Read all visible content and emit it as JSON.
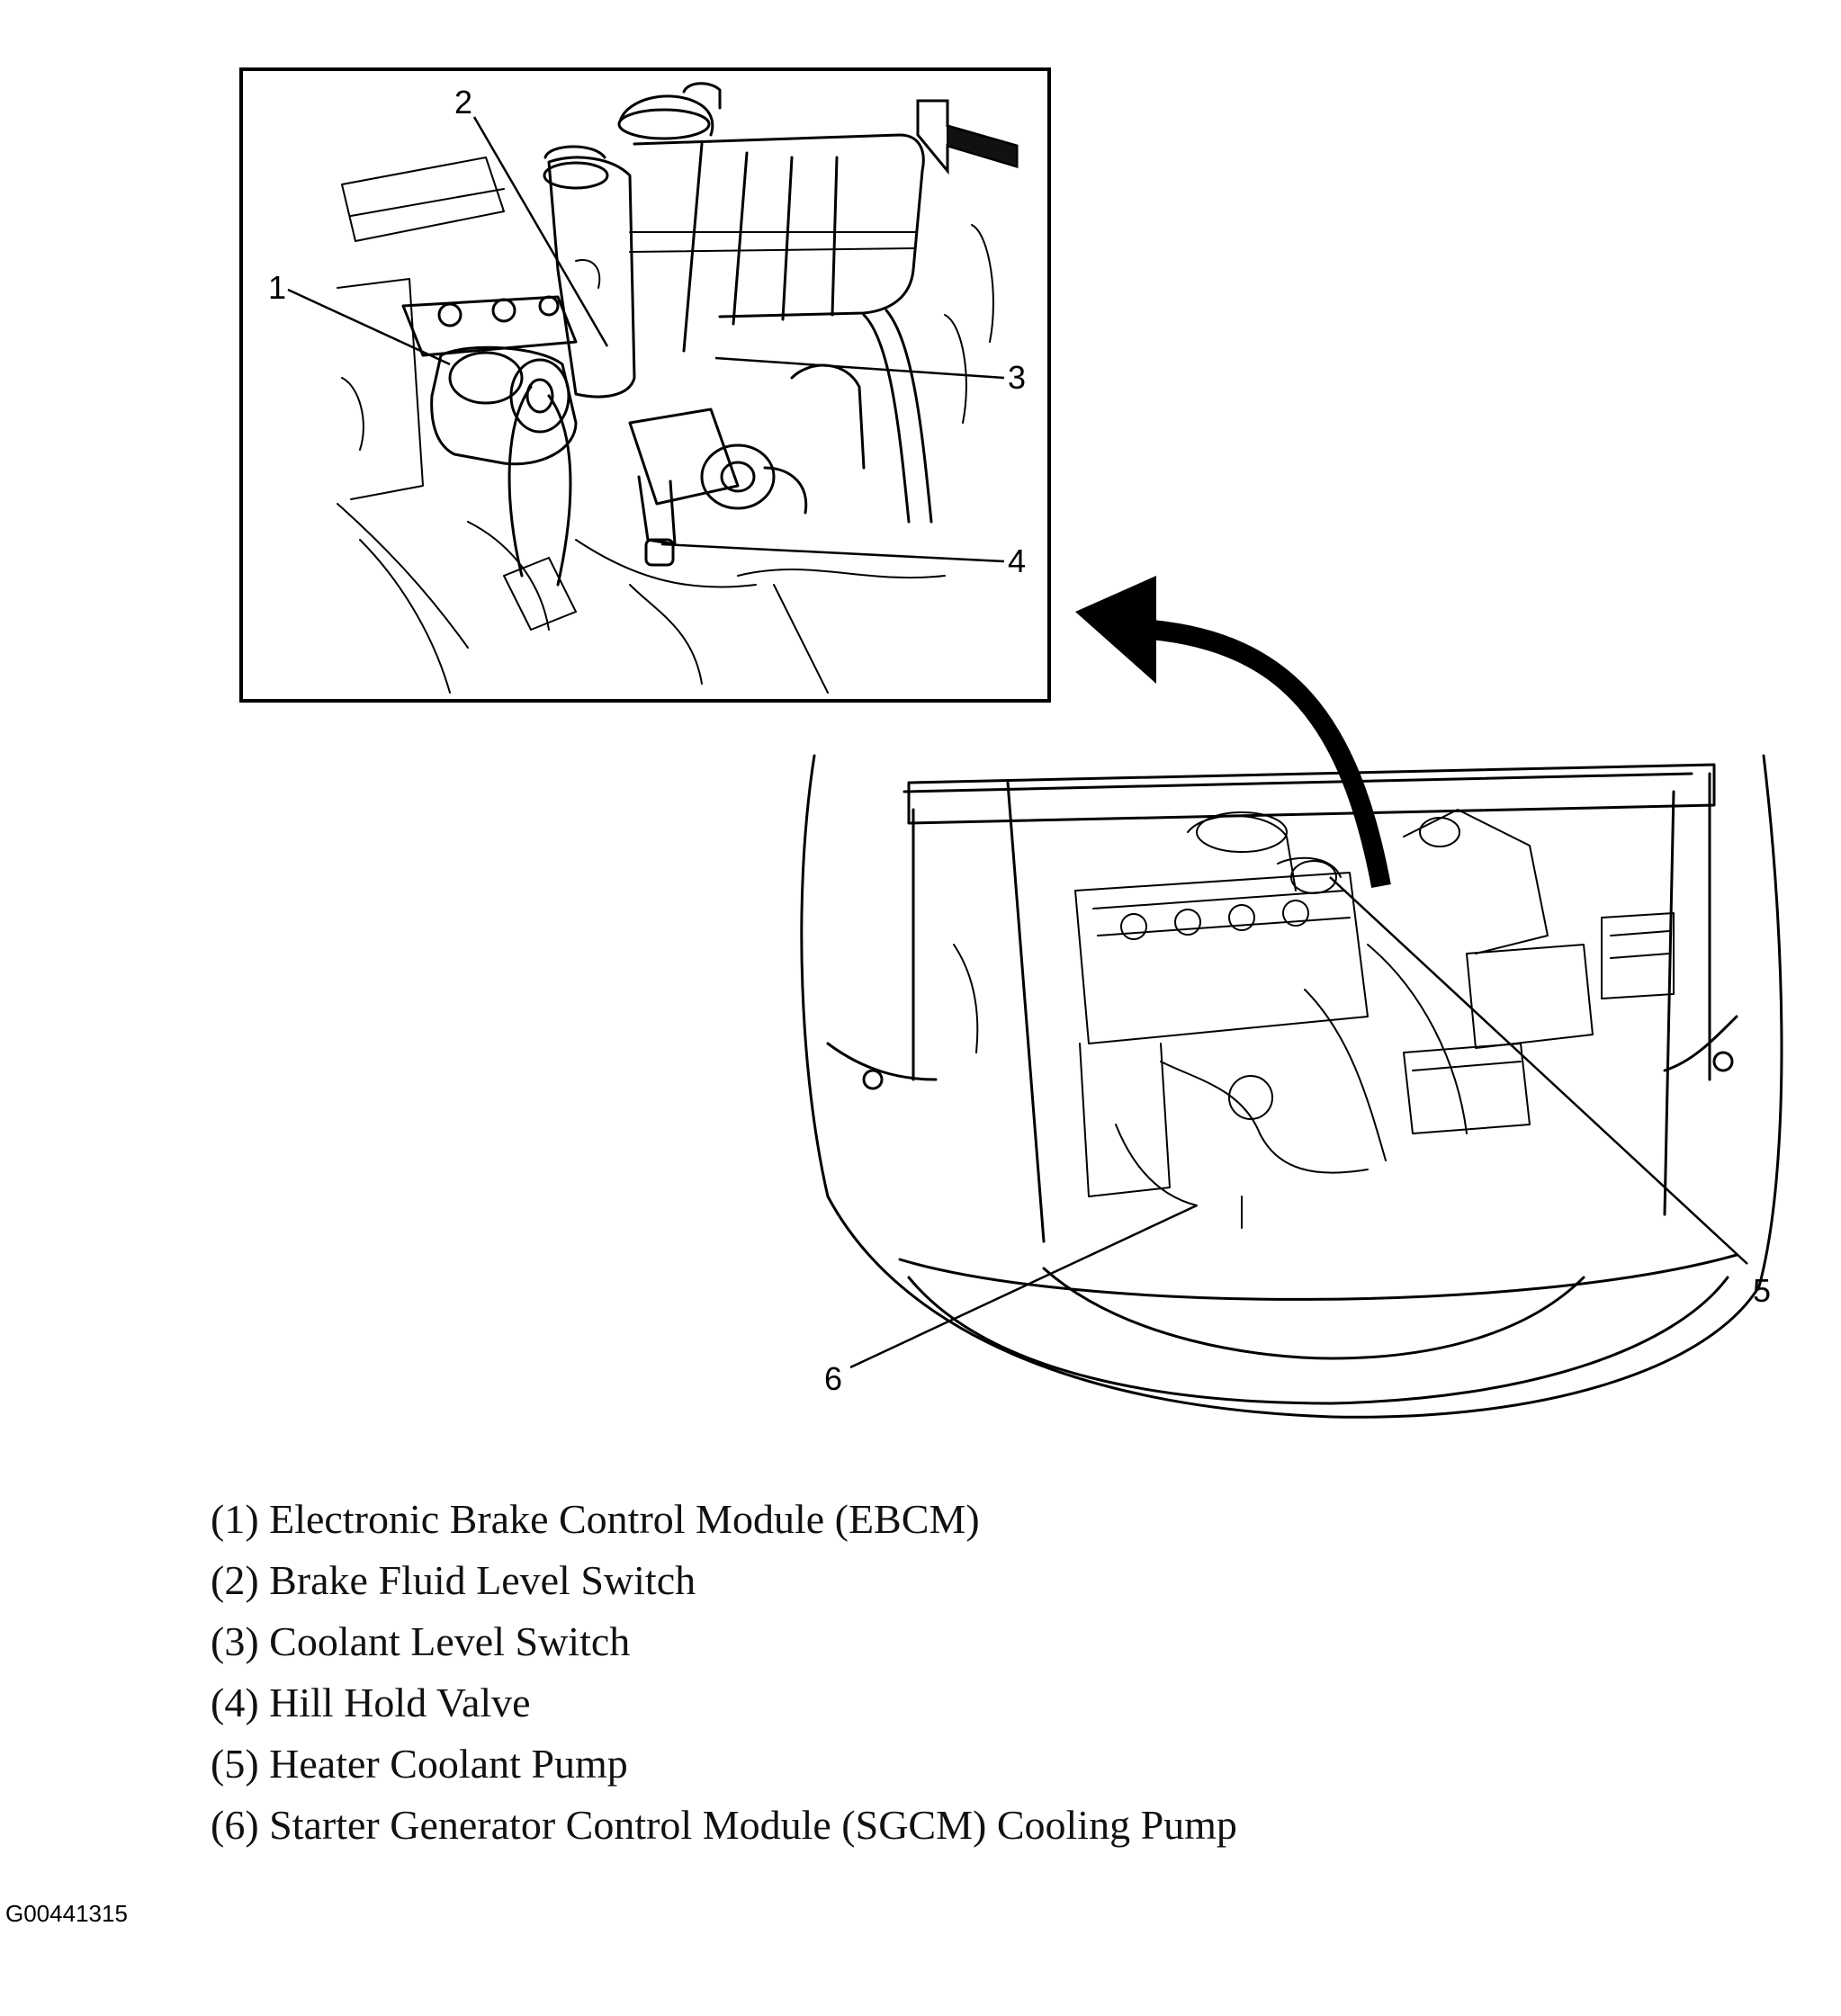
{
  "callouts": [
    {
      "number": "1",
      "label": "Electronic Brake Control Module (EBCM)"
    },
    {
      "number": "2",
      "label": "Brake Fluid Level Switch"
    },
    {
      "number": "3",
      "label": "Coolant Level Switch"
    },
    {
      "number": "4",
      "label": "Hill Hold Valve"
    },
    {
      "number": "5",
      "label": "Heater Coolant Pump"
    },
    {
      "number": "6",
      "label": "Starter Generator Control Module (SGCM) Cooling Pump"
    }
  ],
  "legend": [
    "(1) Electronic Brake Control Module (EBCM)",
    "(2) Brake Fluid Level Switch",
    "(3) Coolant Level Switch",
    "(4) Hill Hold Valve",
    "(5) Heater Coolant Pump",
    "(6) Starter Generator Control Module (SGCM) Cooling Pump"
  ],
  "figure_id": "G00441315",
  "colors": {
    "ink": "#000000",
    "paper": "#ffffff"
  }
}
